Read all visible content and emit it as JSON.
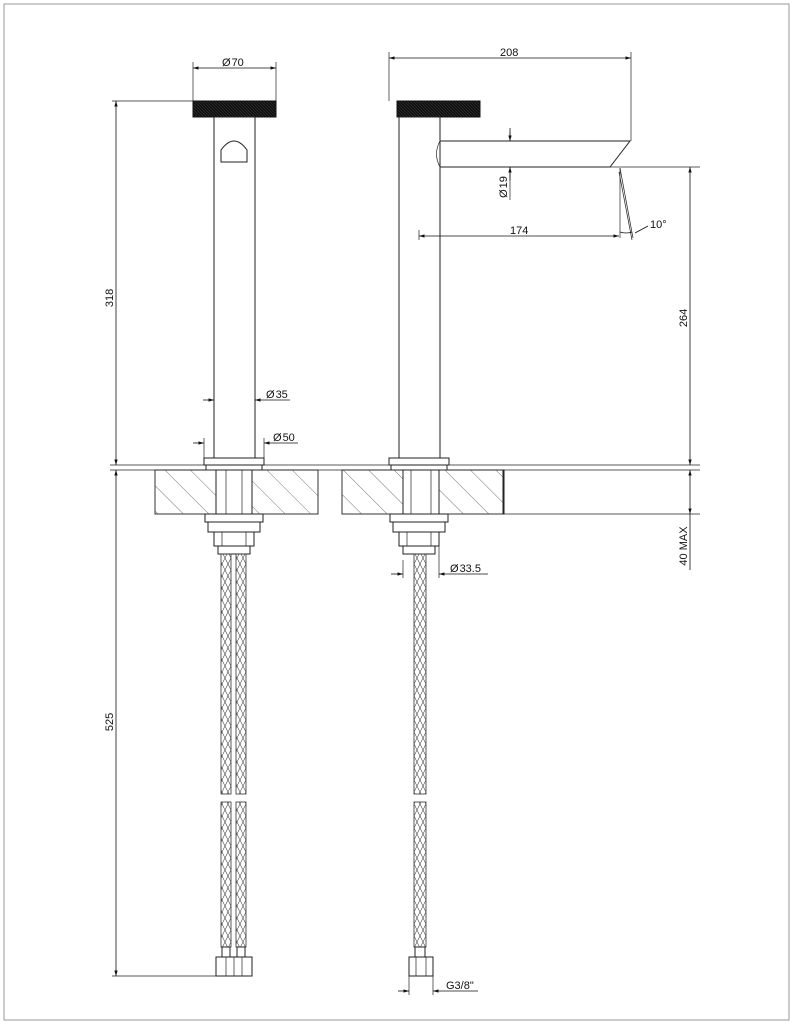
{
  "dimensions": {
    "head_diameter": "70",
    "overall_width": "208",
    "total_height": "318",
    "spout_diameter": "19",
    "spout_reach": "174",
    "spout_angle": "10°",
    "spout_height": "264",
    "body_diameter": "35",
    "base_diameter": "50",
    "max_deck_thickness": "40 MAX",
    "shank_diameter": "33.5",
    "hose_length": "525",
    "hose_thread": "G3/8\""
  },
  "symbols": {
    "diameter": "Ø"
  }
}
